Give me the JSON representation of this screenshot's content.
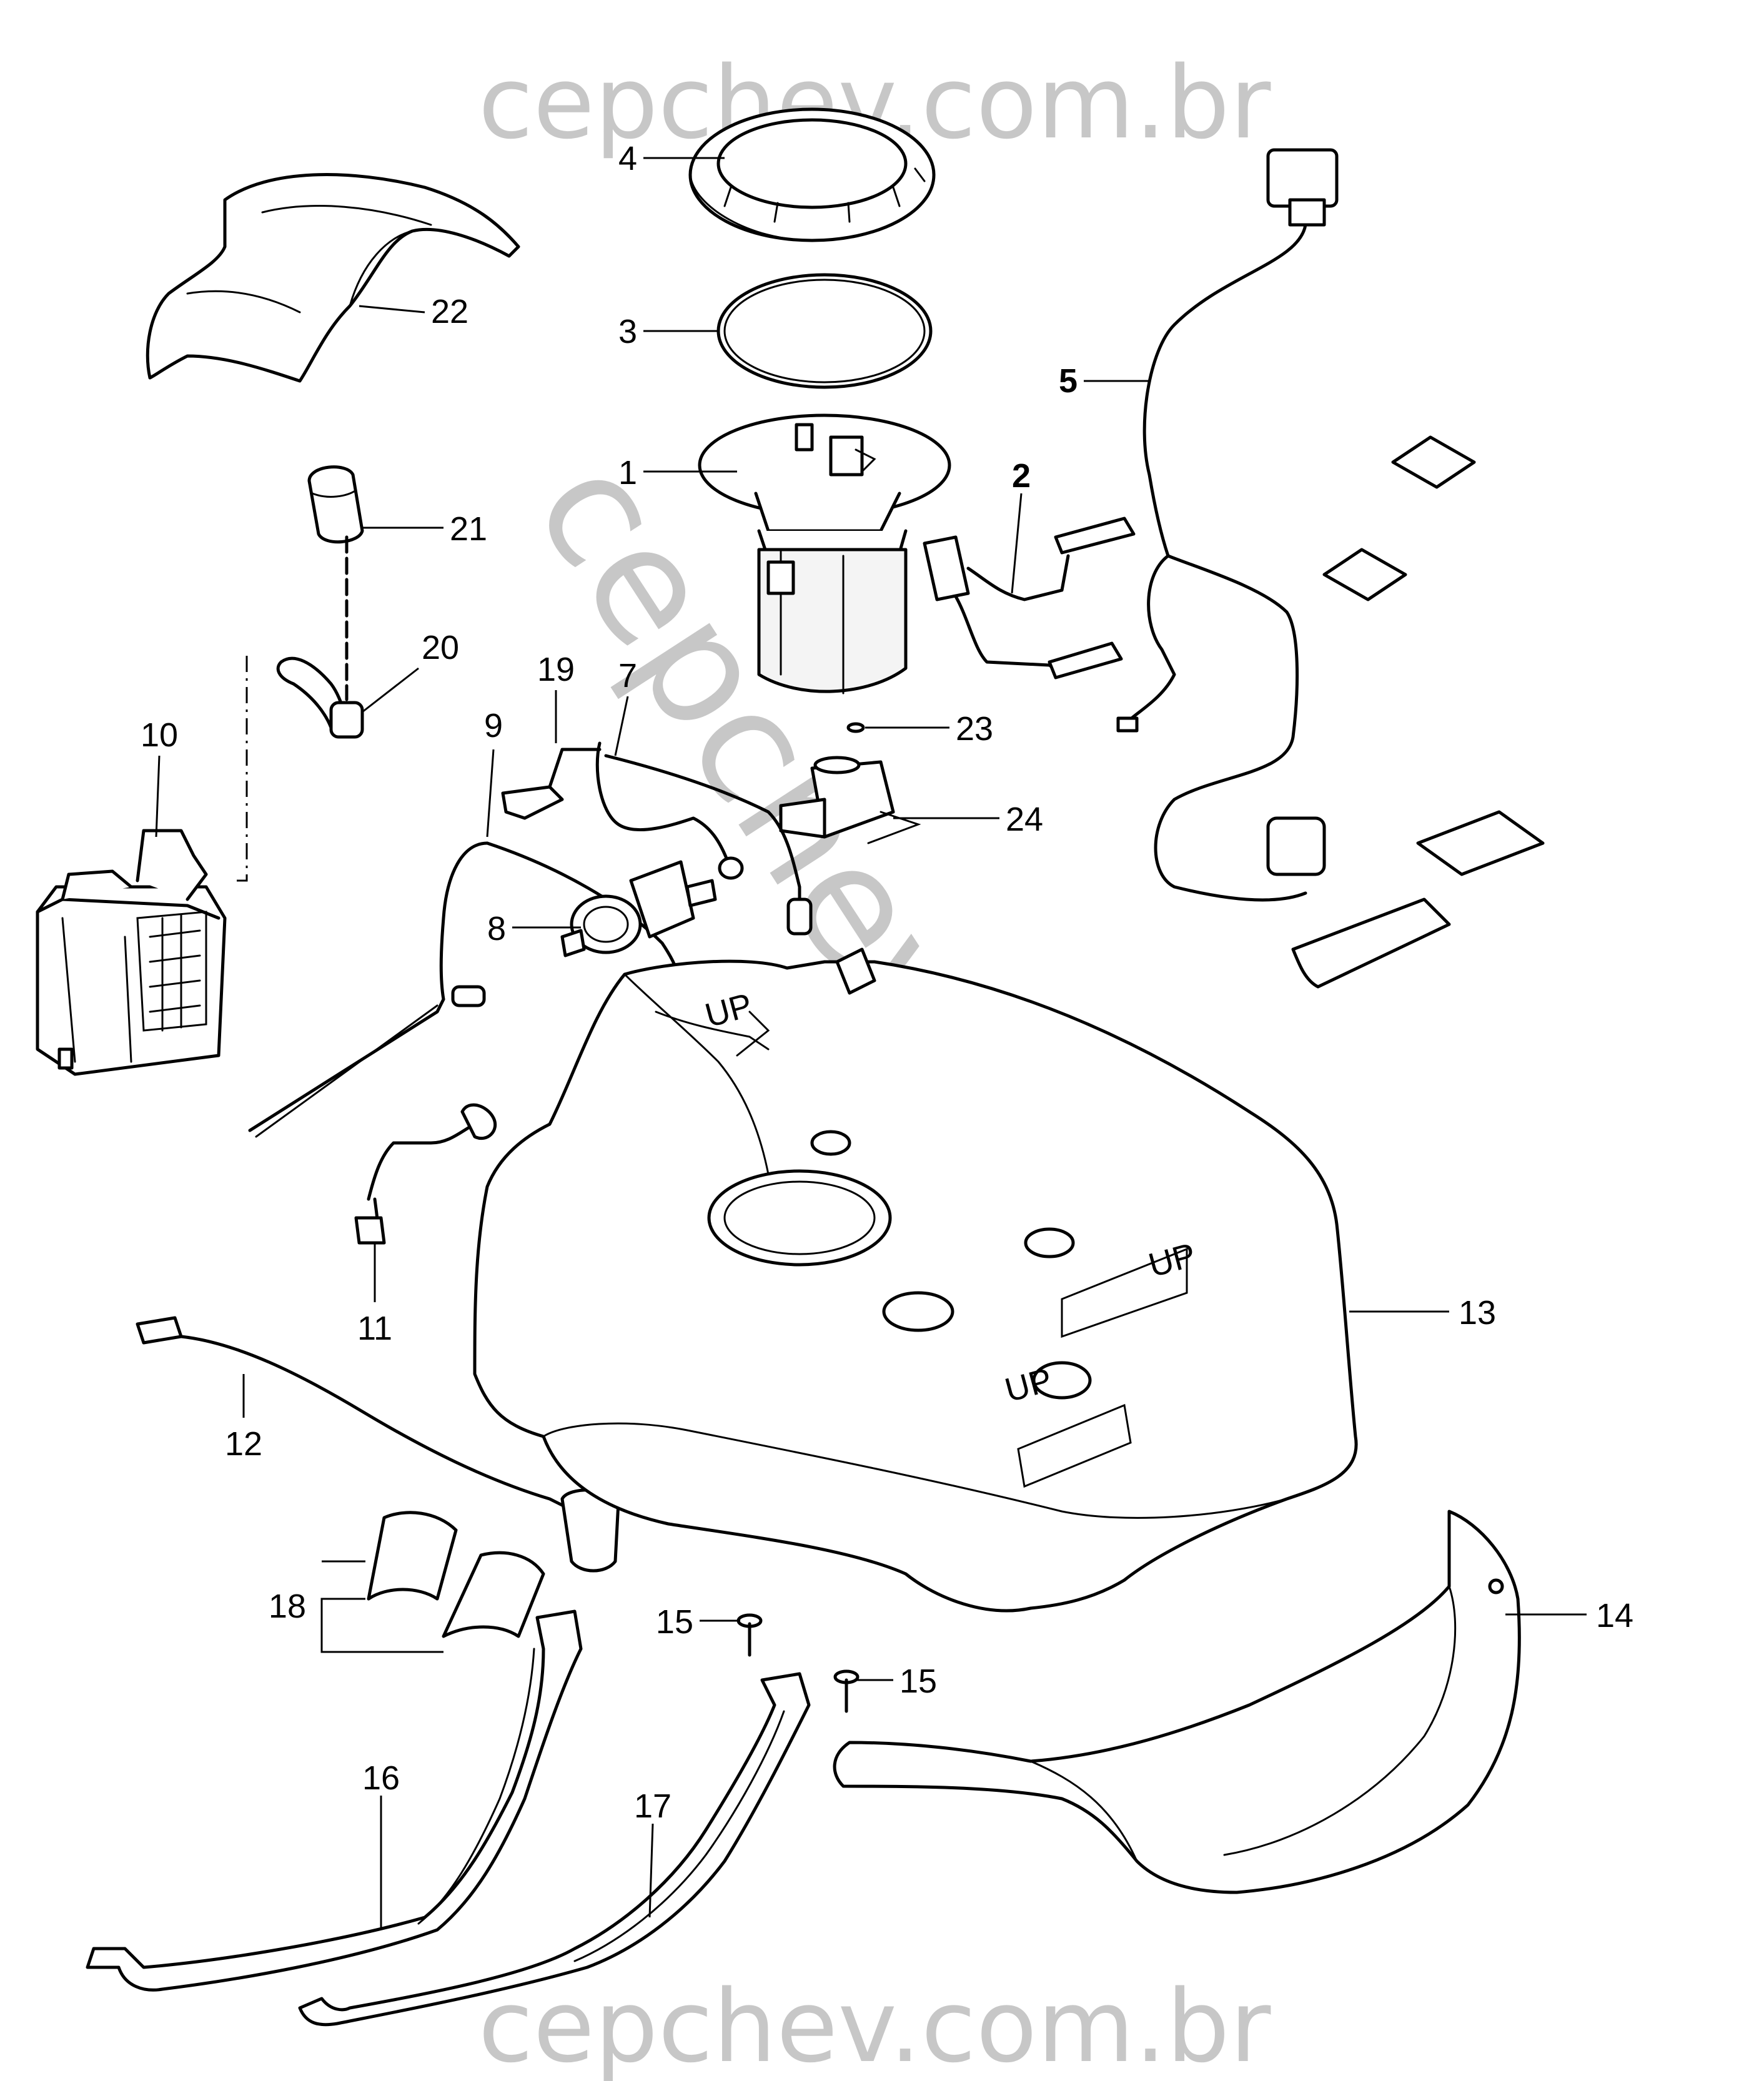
{
  "watermark": {
    "top": "cepchev.com.br",
    "bottom": "cepchev.com.br",
    "diagonal": "cepchev.com.br"
  },
  "callouts": {
    "c1": "1",
    "c2": "2",
    "c3": "3",
    "c4": "4",
    "c5": "5",
    "c7": "7",
    "c8": "8",
    "c9": "9",
    "c10": "10",
    "c11": "11",
    "c12": "12",
    "c13": "13",
    "c14": "14",
    "c15a": "15",
    "c15b": "15",
    "c16": "16",
    "c17": "17",
    "c18": "18",
    "c19": "19",
    "c20": "20",
    "c21": "21",
    "c22": "22",
    "c23": "23",
    "c24": "24"
  },
  "tank_marks": {
    "up1": "UP",
    "up2": "UP",
    "up3": "UP"
  }
}
